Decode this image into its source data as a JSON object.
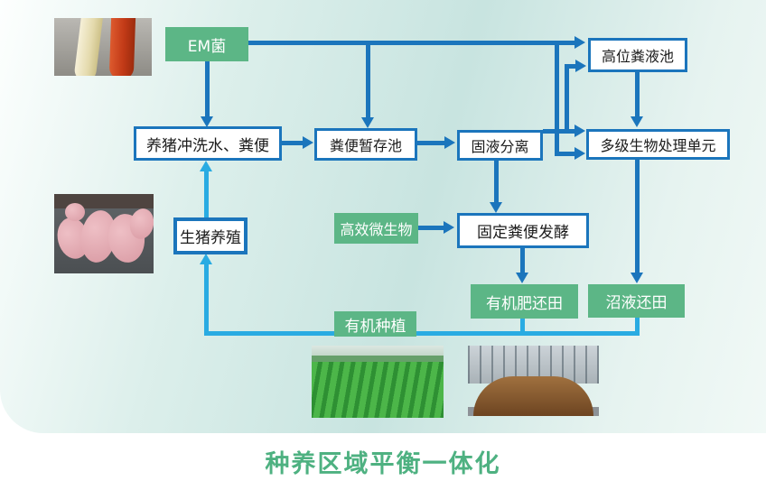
{
  "diagram": {
    "title": "种养区域平衡一体化",
    "nodes": {
      "em_bacteria": "EM菌",
      "pig_wash_water": "养猪冲洗水、粪便",
      "manure_storage_pool": "粪便暂存池",
      "solid_liquid_separation": "固液分离",
      "high_manure_pool": "高位粪液池",
      "multistage_bio_unit": "多级生物处理单元",
      "efficient_microbes": "高效微生物",
      "fixed_manure_fermentation": "固定粪便发酵",
      "pig_breeding": "生猪养殖",
      "organic_fertilizer_return": "有机肥还田",
      "biogas_slurry_return": "沼液还田",
      "organic_planting": "有机种植"
    },
    "images": {
      "em_culture_tubes": "photo-test-tubes",
      "piglets": "photo-pigs",
      "crop_field": "photo-crop-field",
      "compost_shed": "photo-compost-shed"
    },
    "colors": {
      "node_green": "#5cb686",
      "flow_blue": "#1b75bc",
      "recycle_cyan": "#29abe2",
      "title_green": "#4eb181"
    }
  }
}
